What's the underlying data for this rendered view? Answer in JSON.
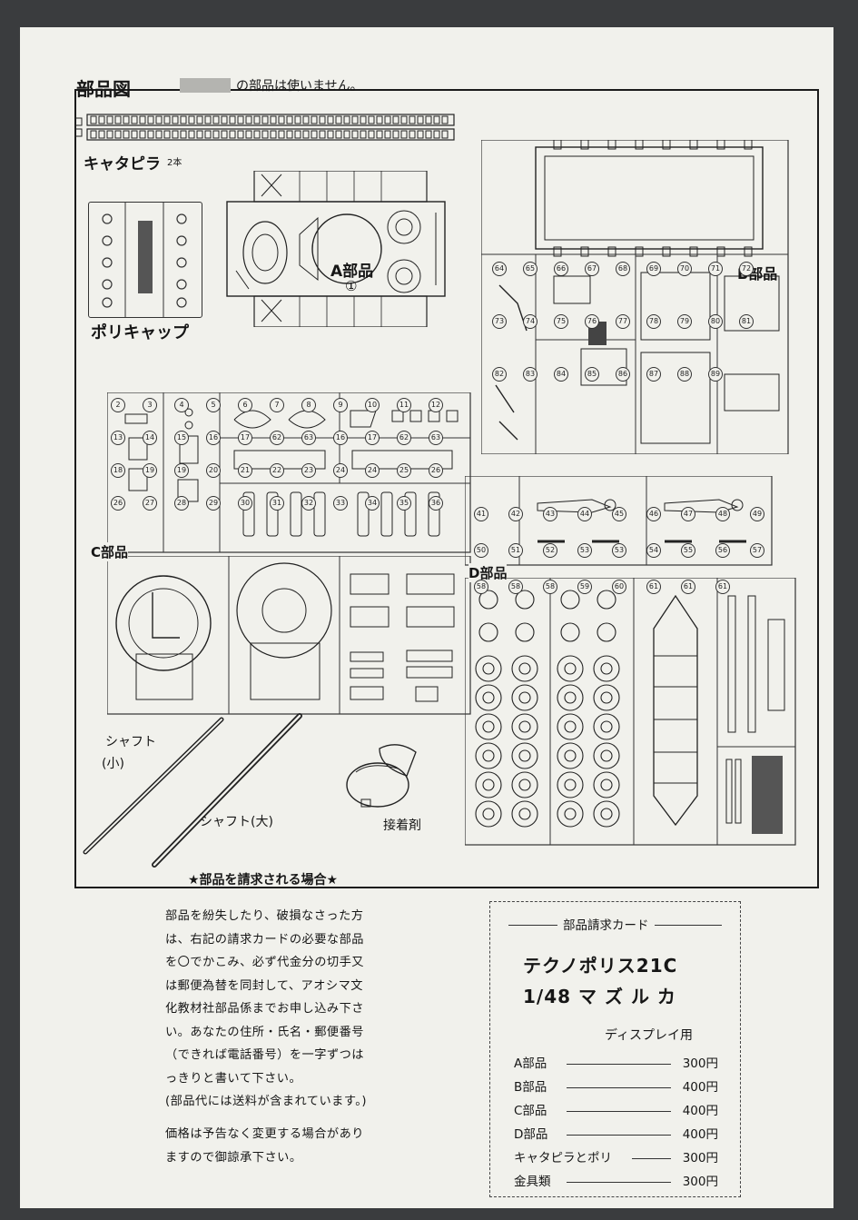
{
  "header": {
    "title": "部品図",
    "unused_note": "の部品は使いません。"
  },
  "labels": {
    "track": "キャタピラ",
    "track_qty": "2本",
    "polycap": "ポリキャップ",
    "part_a": "A部品",
    "part_a_num": "①",
    "part_b": "B部品",
    "part_c": "C部品",
    "part_d": "D部品",
    "shaft_small_1": "シャフト",
    "shaft_small_2": "(小)",
    "shaft_large": "シャフト(大)",
    "glue": "接着剤"
  },
  "part_numbers": {
    "b": [
      "64",
      "65",
      "66",
      "67",
      "68",
      "69",
      "70",
      "71",
      "72",
      "73",
      "74",
      "75",
      "76",
      "77",
      "78",
      "79",
      "80",
      "81",
      "82",
      "83",
      "84",
      "85",
      "86",
      "87",
      "88",
      "89"
    ],
    "c": [
      "2",
      "3",
      "4",
      "5",
      "6",
      "7",
      "8",
      "9",
      "10",
      "11",
      "12",
      "13",
      "14",
      "15",
      "16",
      "17",
      "62",
      "63",
      "16",
      "17",
      "62",
      "63",
      "18",
      "19",
      "19",
      "20",
      "21",
      "22",
      "23",
      "24",
      "24",
      "25",
      "26",
      "26",
      "27",
      "28",
      "29",
      "30",
      "31",
      "32",
      "33",
      "34",
      "35",
      "36"
    ],
    "d": [
      "41",
      "42",
      "43",
      "44",
      "45",
      "46",
      "47",
      "48",
      "49",
      "50",
      "51",
      "52",
      "53",
      "53",
      "54",
      "55",
      "56",
      "57",
      "58",
      "58",
      "58",
      "59",
      "60",
      "61",
      "61",
      "61"
    ]
  },
  "order_info": {
    "title": "★部品を請求される場合★",
    "lines": [
      "部品を紛失したり、破損なさった方",
      "は、右記の請求カードの必要な部品",
      "を〇でかこみ、必ず代金分の切手又",
      "は郵便為替を同封して、アオシマ文",
      "化教材社部品係までお申し込み下さ",
      "い。あなたの住所・氏名・郵便番号",
      "（できれば電話番号）を一字ずつは",
      "っきりと書いて下さい。",
      "(部品代には送料が含まれています。)"
    ],
    "notice_lines": [
      "価格は予告なく変更する場合があり",
      "ますので御諒承下さい。"
    ]
  },
  "card": {
    "heading": "部品請求カード",
    "product_line1": "テクノポリス21C",
    "product_line2": "1/48 マ ズ ル カ",
    "variant": "ディスプレイ用",
    "items": [
      {
        "name": "A部品",
        "price": "300円"
      },
      {
        "name": "B部品",
        "price": "400円"
      },
      {
        "name": "C部品",
        "price": "400円"
      },
      {
        "name": "D部品",
        "price": "400円"
      },
      {
        "name": "キャタピラとポリ",
        "price": "300円"
      },
      {
        "name": "金具類",
        "price": "300円"
      }
    ]
  }
}
